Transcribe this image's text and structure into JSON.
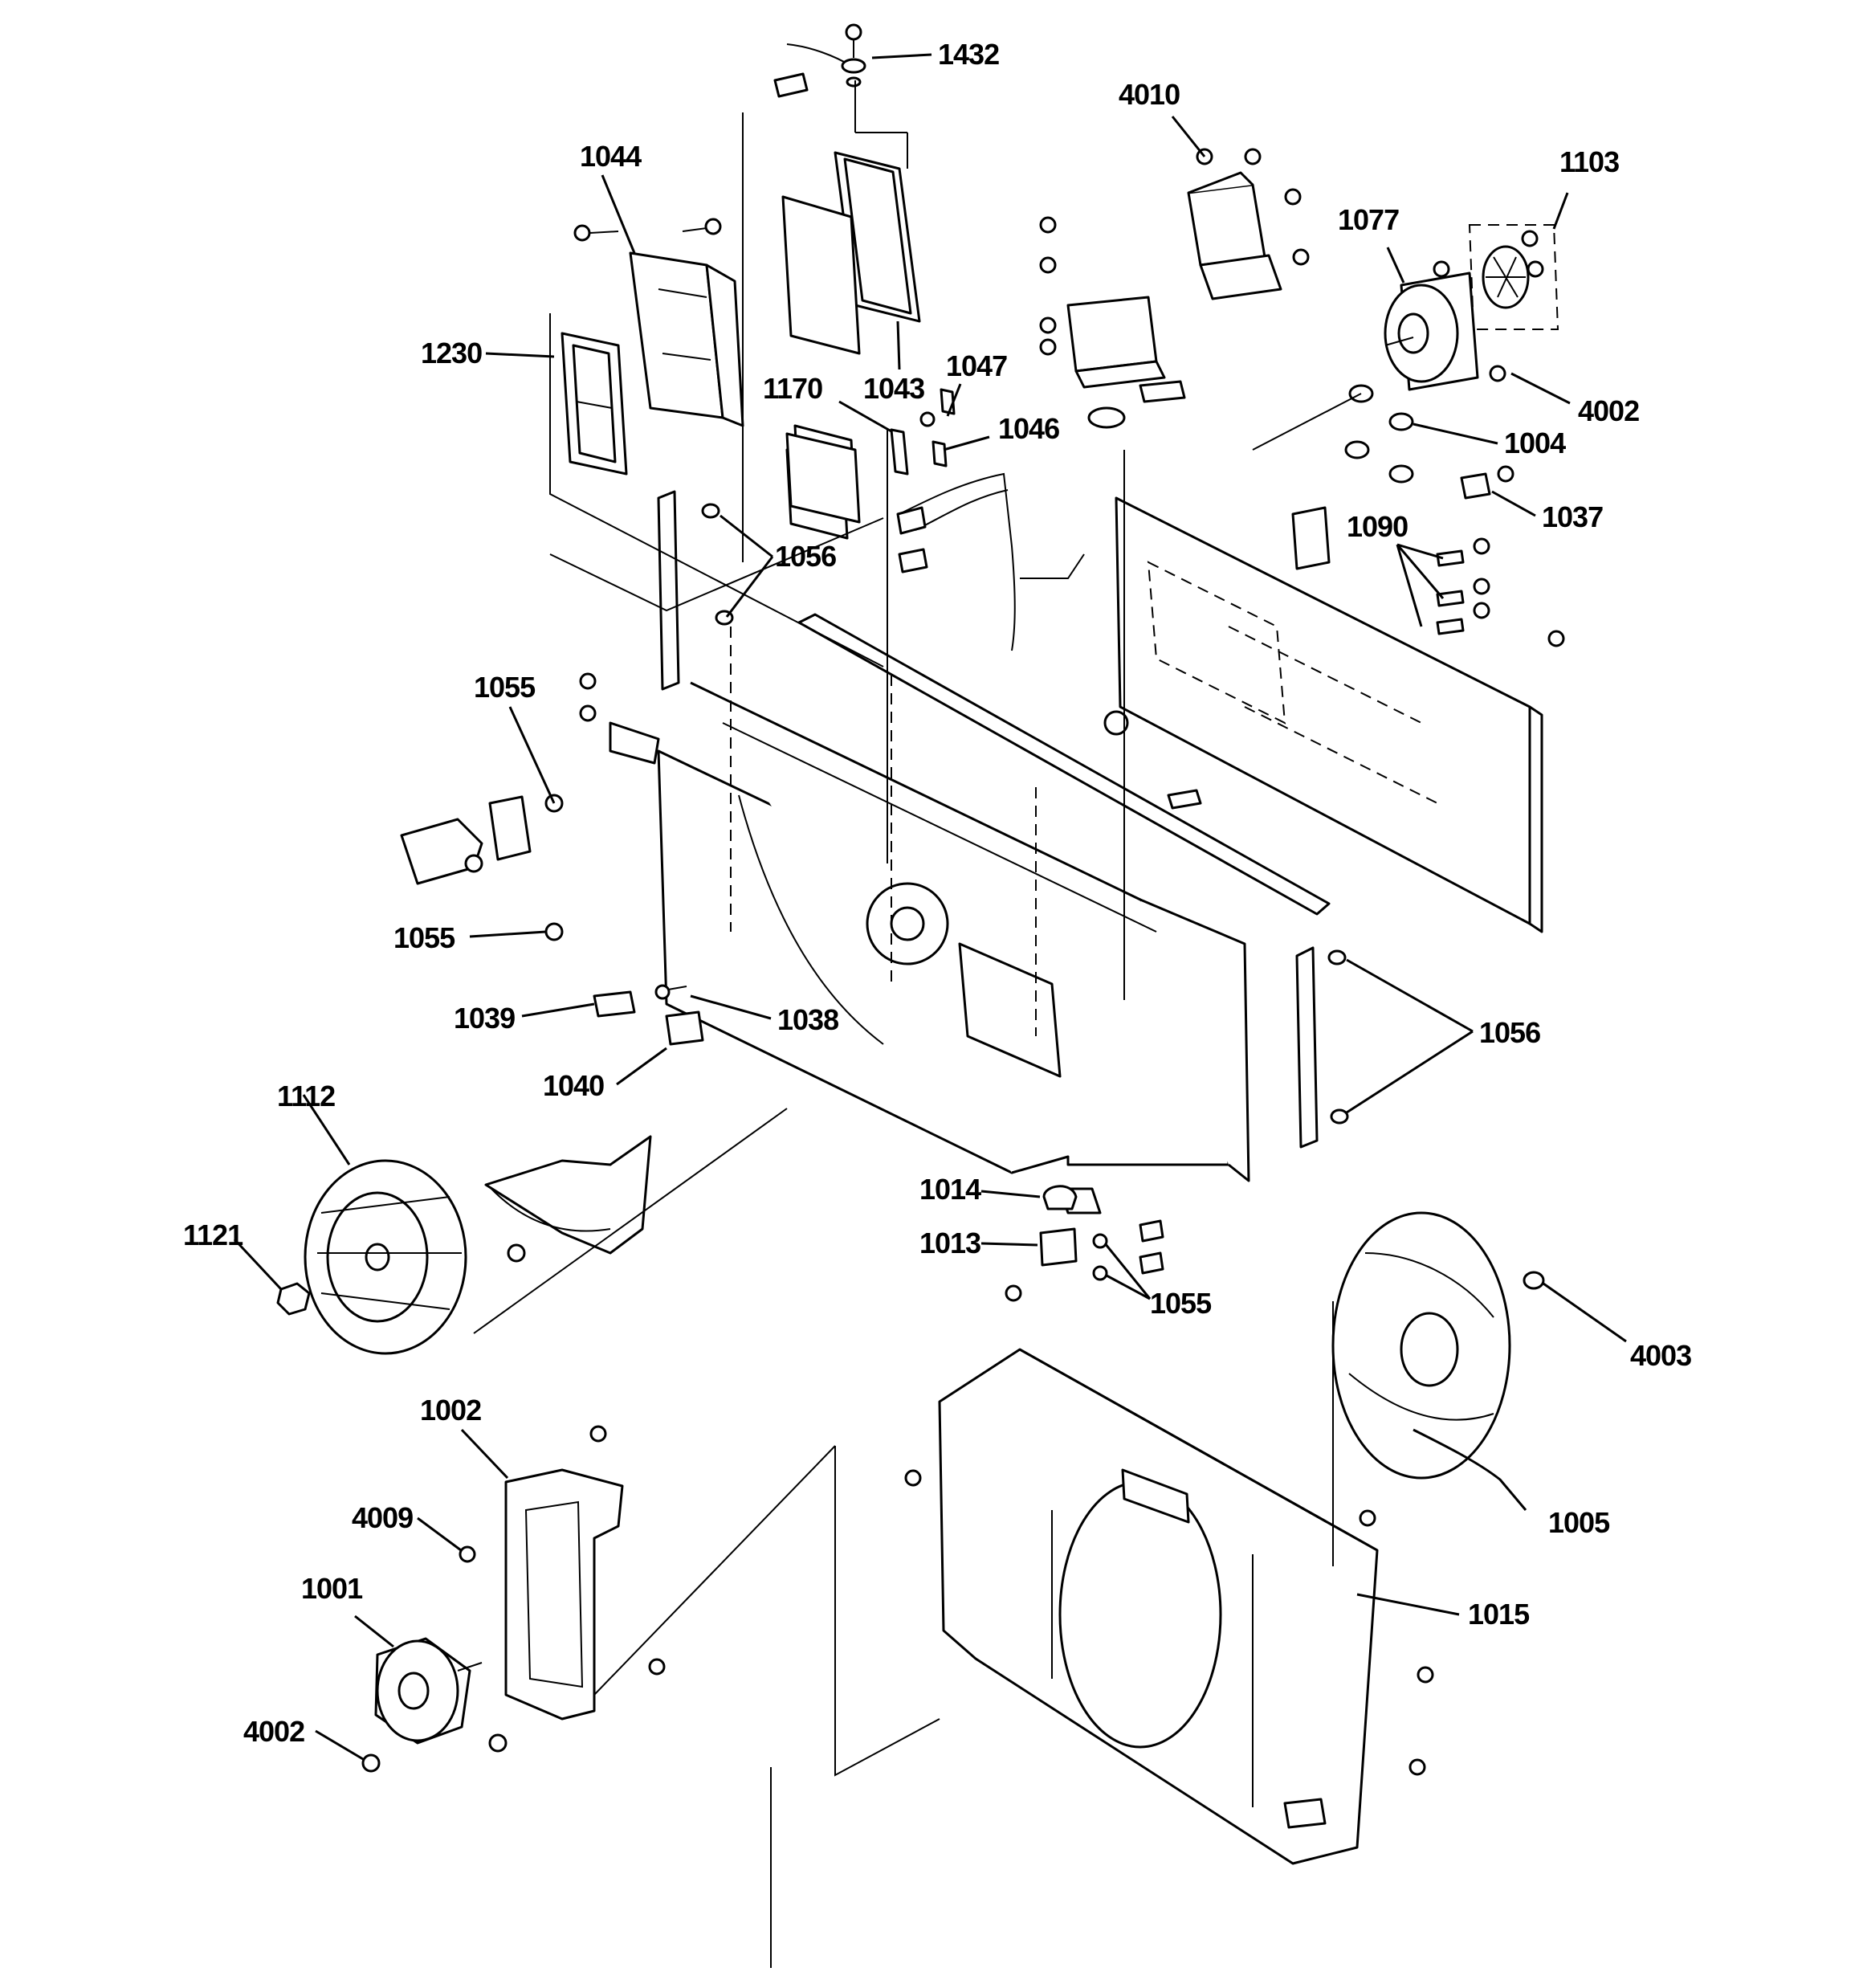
{
  "callouts": [
    {
      "id": "1432",
      "text": "1432"
    },
    {
      "id": "4010",
      "text": "4010"
    },
    {
      "id": "1044",
      "text": "1044"
    },
    {
      "id": "1103",
      "text": "1103"
    },
    {
      "id": "1077",
      "text": "1077"
    },
    {
      "id": "1230",
      "text": "1230"
    },
    {
      "id": "1043",
      "text": "1043"
    },
    {
      "id": "1047",
      "text": "1047"
    },
    {
      "id": "1170",
      "text": "1170"
    },
    {
      "id": "1046",
      "text": "1046"
    },
    {
      "id": "4002a",
      "text": "4002"
    },
    {
      "id": "1004",
      "text": "1004"
    },
    {
      "id": "1037",
      "text": "1037"
    },
    {
      "id": "1090",
      "text": "1090"
    },
    {
      "id": "1056a",
      "text": "1056"
    },
    {
      "id": "1055a",
      "text": "1055"
    },
    {
      "id": "1055b",
      "text": "1055"
    },
    {
      "id": "1039",
      "text": "1039"
    },
    {
      "id": "1038",
      "text": "1038"
    },
    {
      "id": "1056b",
      "text": "1056"
    },
    {
      "id": "1040",
      "text": "1040"
    },
    {
      "id": "1112",
      "text": "1112"
    },
    {
      "id": "1014",
      "text": "1014"
    },
    {
      "id": "1121",
      "text": "1121"
    },
    {
      "id": "1013",
      "text": "1013"
    },
    {
      "id": "1055c",
      "text": "1055"
    },
    {
      "id": "4003",
      "text": "4003"
    },
    {
      "id": "1002",
      "text": "1002"
    },
    {
      "id": "4009",
      "text": "4009"
    },
    {
      "id": "1005",
      "text": "1005"
    },
    {
      "id": "1001",
      "text": "1001"
    },
    {
      "id": "1015",
      "text": "1015"
    },
    {
      "id": "4002b",
      "text": "4002"
    }
  ]
}
